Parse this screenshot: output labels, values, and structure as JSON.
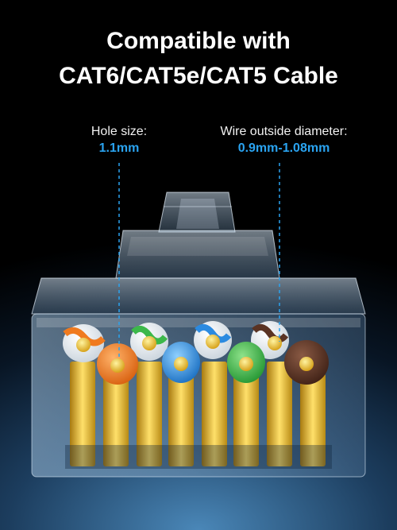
{
  "headline": {
    "line1": "Compatible with",
    "line2": "CAT6/CAT5e/CAT5 Cable"
  },
  "specs": {
    "hole": {
      "label": "Hole size:",
      "value": "1.1mm"
    },
    "wire": {
      "label": "Wire outside diameter:",
      "value": "0.9mm-1.08mm"
    }
  },
  "colors": {
    "accent": "#2aa3f0",
    "orange": "#f07a1e",
    "green": "#3cb84a",
    "blue": "#2b8ae0",
    "brown": "#5a3323",
    "gold": "#e8b820"
  }
}
